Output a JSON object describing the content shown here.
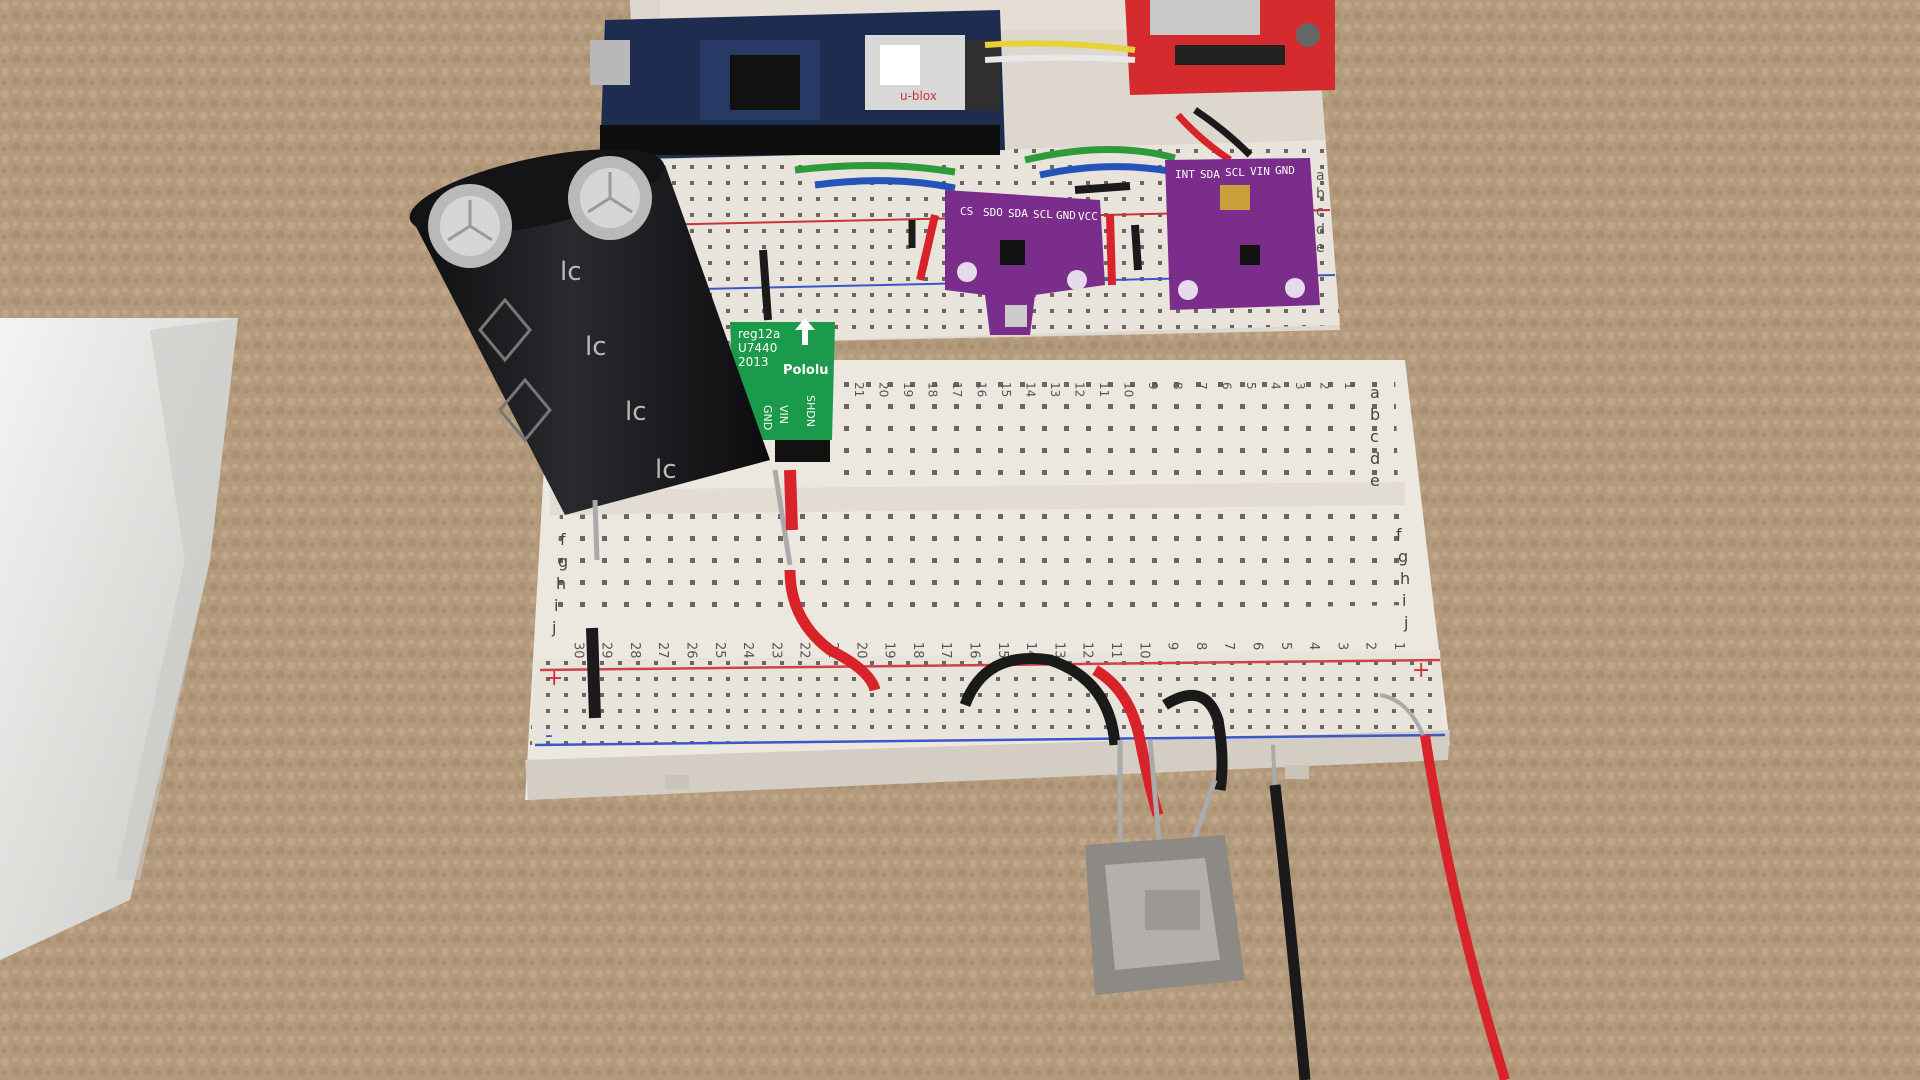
{
  "colors": {
    "carpet": "#b49a7c",
    "breadboard": "#ece7df",
    "wire_red": "#d8232a",
    "wire_black": "#1a1a1a",
    "wire_green": "#2e9b3a",
    "wire_blue": "#2653b8",
    "wire_yellow": "#e8d23a",
    "module_purple": "#7b2d8c",
    "module_red": "#d52b2f",
    "regulator_green": "#1a9a4a",
    "arduino_blue": "#1d2c4f",
    "capacitor_black": "#1b1b1d"
  },
  "regulator": {
    "lines": [
      "reg12a",
      "U7440",
      "2013"
    ],
    "brand": "Pololu",
    "pins": [
      "SHDN",
      "VIN",
      "GND"
    ]
  },
  "capacitor": {
    "marks": [
      "lc",
      "lc",
      "lc",
      "lc"
    ]
  },
  "arduino": {
    "chip_label": "u-blox"
  },
  "sensor_left": {
    "pins": [
      "CS",
      "SDO",
      "SDA",
      "SCL",
      "GND",
      "VCC"
    ]
  },
  "sensor_right": {
    "pins": [
      "INT",
      "SDA",
      "SCL",
      "VIN",
      "GND"
    ]
  },
  "breadboard_front": {
    "row_letters_top": [
      "a",
      "b",
      "c",
      "d",
      "e"
    ],
    "row_letters_bottom": [
      "f",
      "g",
      "h",
      "i",
      "j"
    ],
    "col_numbers": [
      "1",
      "2",
      "3",
      "4",
      "5",
      "6",
      "7",
      "8",
      "9",
      "10",
      "11",
      "12",
      "13",
      "14",
      "15",
      "16",
      "17",
      "18",
      "19",
      "20",
      "21",
      "22",
      "23",
      "24",
      "25",
      "26",
      "27",
      "28",
      "29",
      "30"
    ],
    "rail_plus": "+",
    "rail_minus": "-"
  },
  "breadboard_back": {
    "row_letters": [
      "a",
      "b",
      "c",
      "d",
      "e"
    ]
  }
}
